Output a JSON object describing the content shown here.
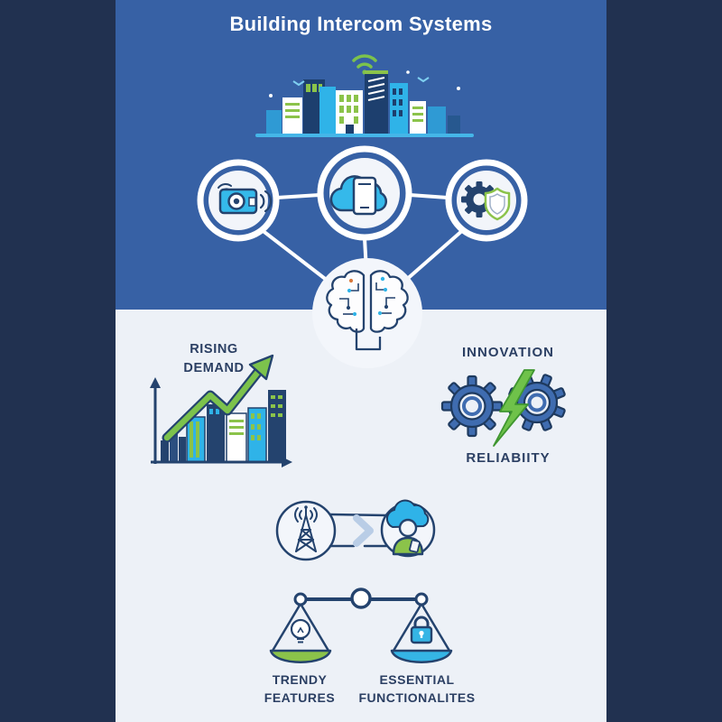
{
  "title": "Building Intercom Systems",
  "colors": {
    "side_border_navy": "#213150",
    "header_blue": "#3761a5",
    "light_background": "#edf1f7",
    "navy_text": "#2b3f63",
    "icon_navy": "#24436e",
    "accent_green": "#7cc24c",
    "accent_cyan": "#35b9ea",
    "gear_blue": "#3f6cb0"
  },
  "header": {
    "title": "Building Intercom Systems",
    "illustration": "smart-city-skyline-wifi",
    "nodes": [
      {
        "icon": "video-intercom-icon"
      },
      {
        "icon": "cloud-smartphone-icon"
      },
      {
        "icon": "gear-shield-icon"
      }
    ],
    "hub_icon": "circuit-brain-icon"
  },
  "sections": {
    "rising_demand": {
      "line1": "RISING",
      "line2": "DEMAND",
      "icon": "growth-arrow-city-chart"
    },
    "innovation_reliability": {
      "top_label": "INNOVATION",
      "bottom_label": "RELIABIITY",
      "icon": "gears-lightning-icon"
    },
    "connectivity": {
      "left_icon": "radio-tower-icon",
      "middle_icon": "chevron-right-icon",
      "right_icon": "user-cloud-tablet-icon"
    },
    "balance": {
      "icon": "balance-scale-icon",
      "left_icon": "lightbulb-icon",
      "right_icon": "padlock-icon",
      "left_line1": "TRENDY",
      "left_line2": "FEATURES",
      "right_line1": "ESSENTIAL",
      "right_line2": "FUNCTIONALITES",
      "left_pan_color": "#8bc34a",
      "right_pan_color": "#35b5e5"
    }
  }
}
